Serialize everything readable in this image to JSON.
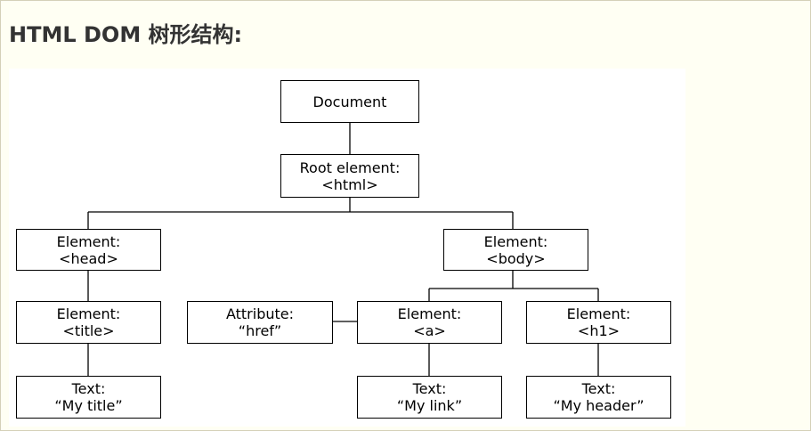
{
  "heading": "HTML DOM 树形结构:",
  "nodes": {
    "document": {
      "line1": "Document",
      "line2": ""
    },
    "root": {
      "line1": "Root element:",
      "line2": "<html>"
    },
    "head": {
      "line1": "Element:",
      "line2": "<head>"
    },
    "body": {
      "line1": "Element:",
      "line2": "<body>"
    },
    "title": {
      "line1": "Element:",
      "line2": "<title>"
    },
    "attribute": {
      "line1": "Attribute:",
      "line2": "“href”"
    },
    "a": {
      "line1": "Element:",
      "line2": "<a>"
    },
    "h1": {
      "line1": "Element:",
      "line2": "<h1>"
    },
    "text_title": {
      "line1": "Text:",
      "line2": "“My title”"
    },
    "text_link": {
      "line1": "Text:",
      "line2": "“My link”"
    },
    "text_header": {
      "line1": "Text:",
      "line2": "“My header”"
    }
  }
}
